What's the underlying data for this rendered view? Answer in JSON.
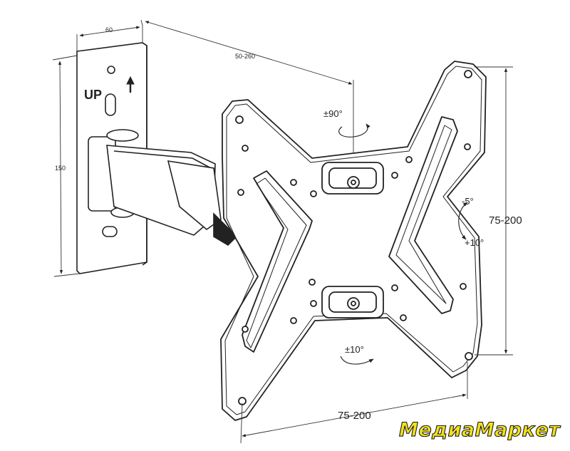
{
  "labels": {
    "width_wall": "60",
    "extension": "50-260",
    "height_wall": "150",
    "vesa_vertical": "75-200",
    "vesa_horizontal": "75-200",
    "swivel": "±90°",
    "tilt_down": "-5°",
    "tilt_up": "+10°",
    "rotation": "±10°",
    "up_text": "UP"
  },
  "watermark": {
    "brand": "МедиаМаркет",
    "color": "#f2e21a"
  }
}
